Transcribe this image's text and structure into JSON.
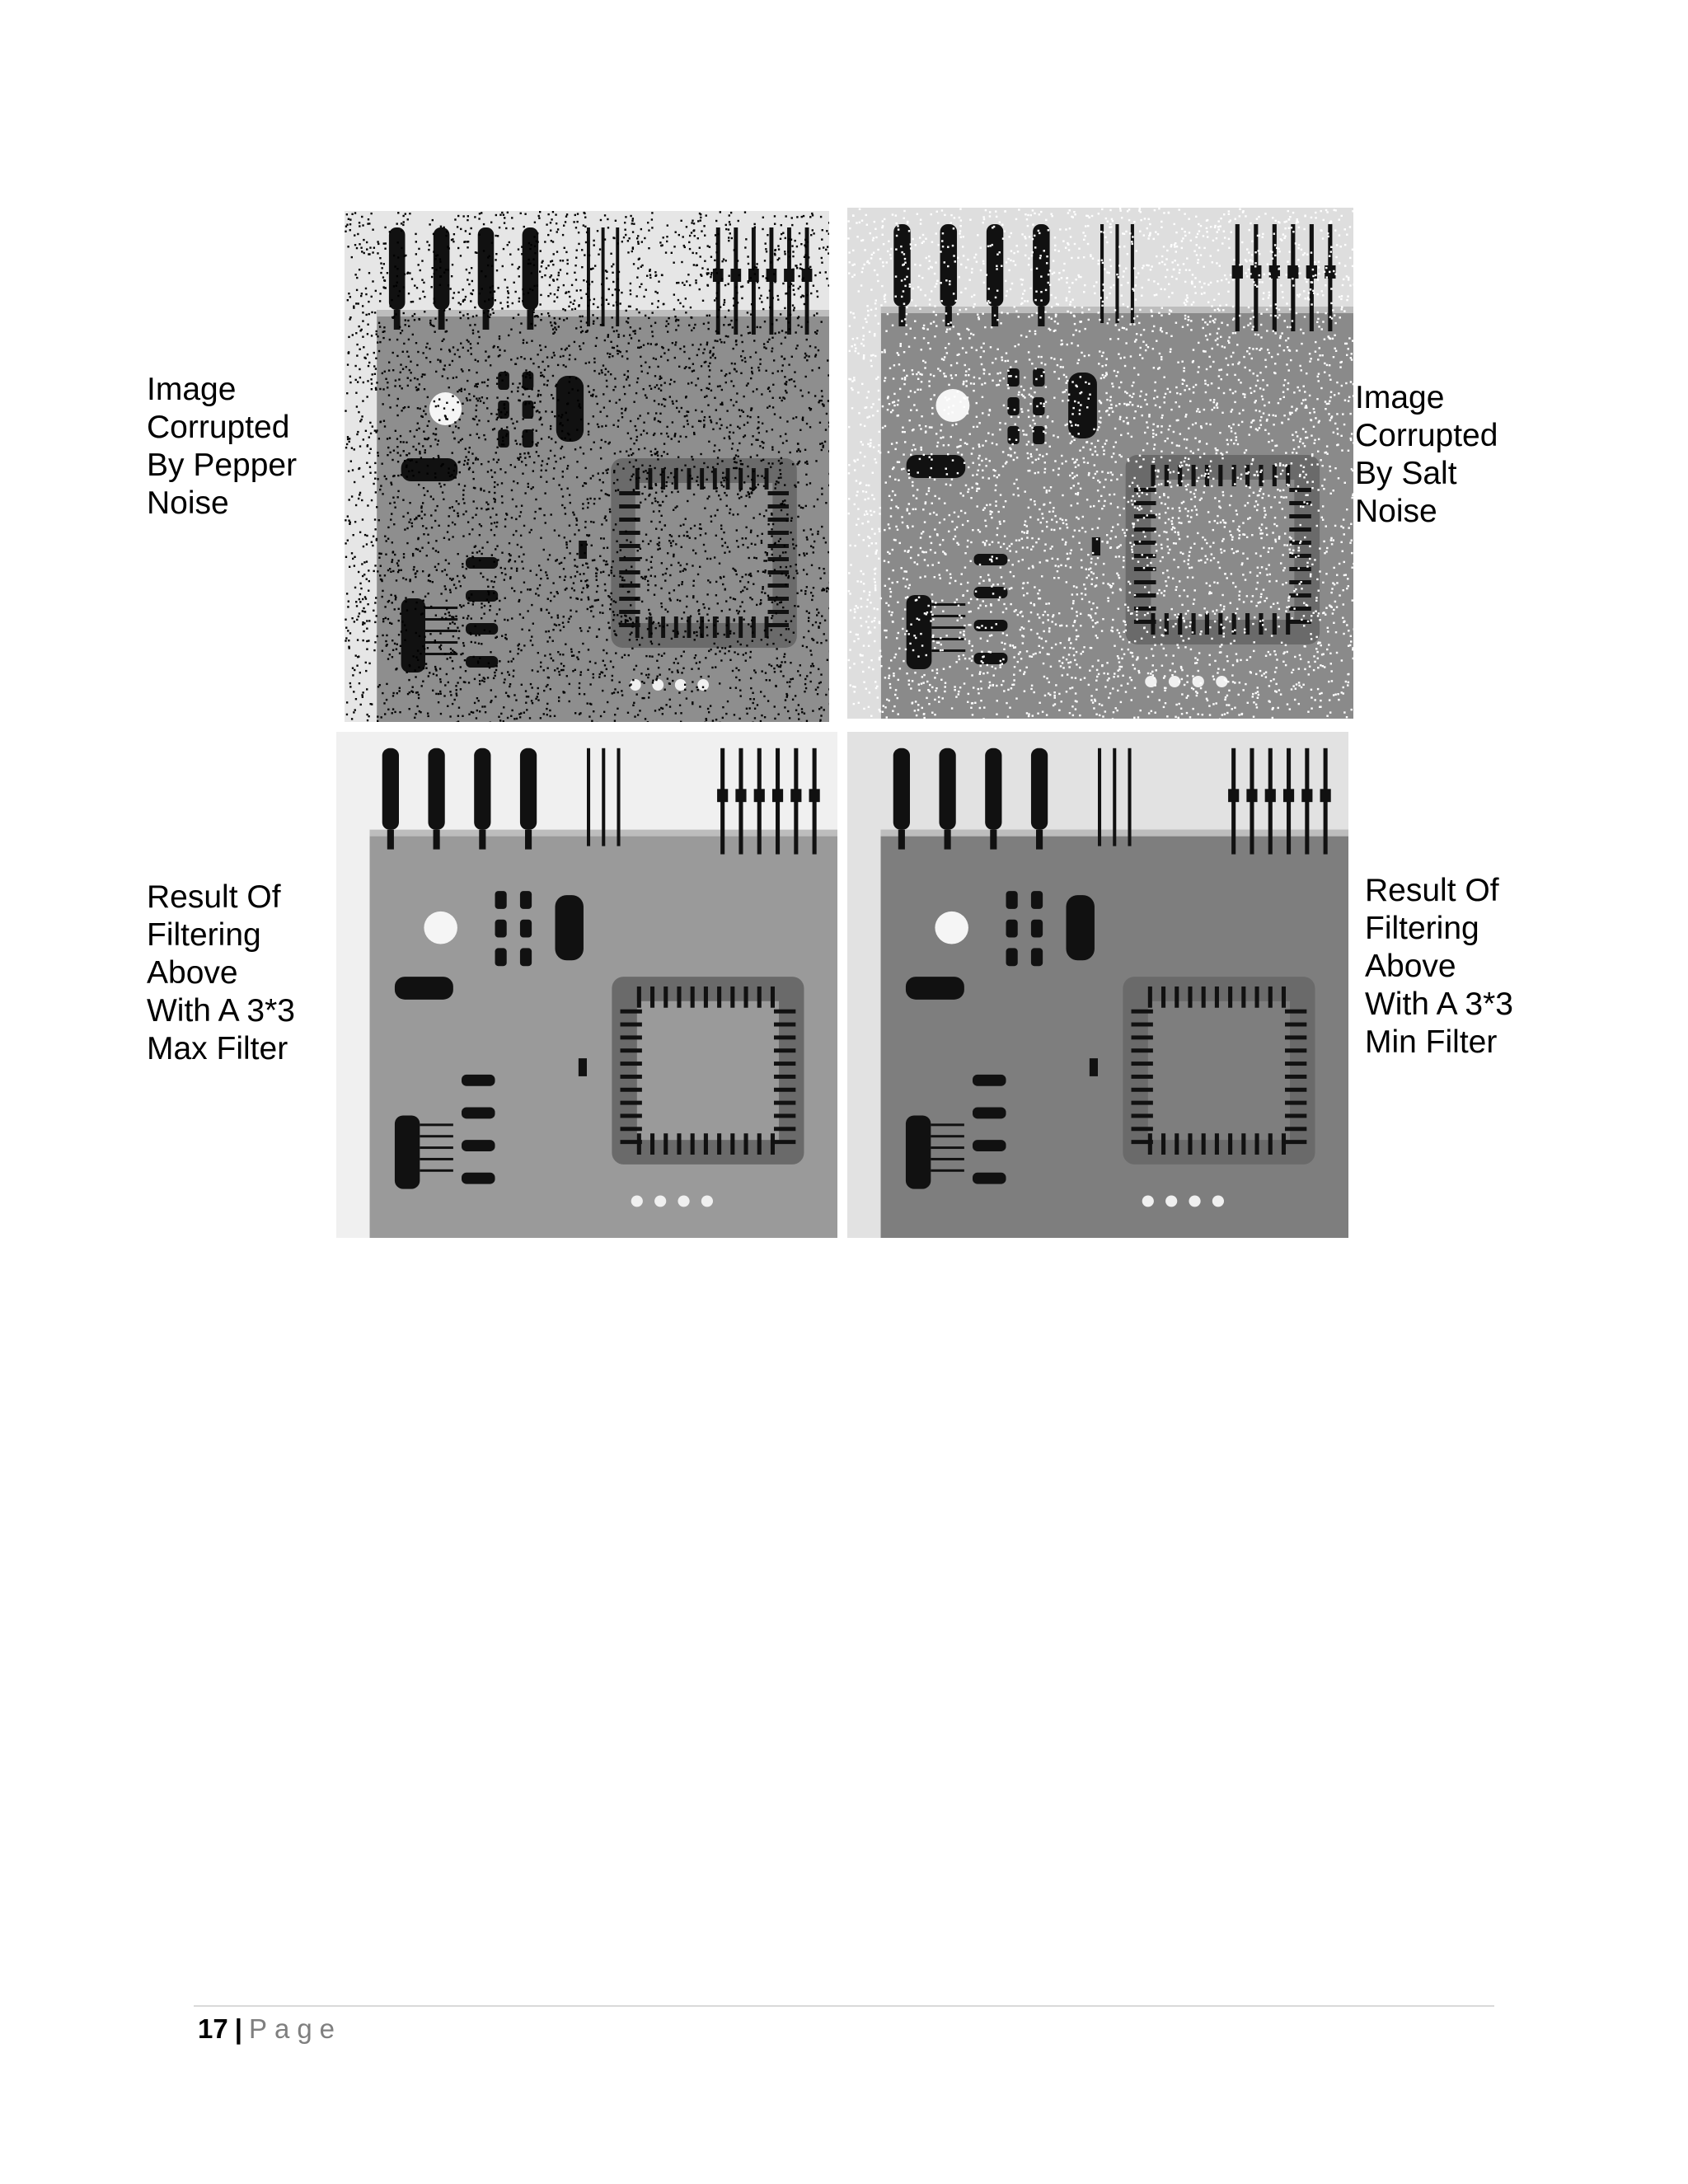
{
  "figure": {
    "captions": {
      "top_left": [
        "Image",
        "Corrupted",
        "By Pepper",
        "Noise"
      ],
      "top_right": [
        "Image",
        "Corrupted",
        "By Salt",
        "Noise"
      ],
      "bottom_left": [
        "Result Of",
        "Filtering",
        "Above",
        "With A 3*3",
        "Max Filter"
      ],
      "bottom_right": [
        "Result Of",
        "Filtering",
        "Above",
        "With A 3*3",
        "Min Filter"
      ]
    },
    "panels": [
      {
        "id": "pepper",
        "noise": "pepper",
        "base": "#8e8e8e",
        "light": "#e6e6e6"
      },
      {
        "id": "salt",
        "noise": "salt",
        "base": "#8a8a8a",
        "light": "#dedede"
      },
      {
        "id": "max",
        "noise": "none",
        "base": "#9a9a9a",
        "light": "#f0f0f0"
      },
      {
        "id": "min",
        "noise": "none",
        "base": "#7e7e7e",
        "light": "#e2e2e2"
      }
    ]
  },
  "footer": {
    "page_number": "17",
    "separator": "|",
    "page_word": "Page"
  }
}
